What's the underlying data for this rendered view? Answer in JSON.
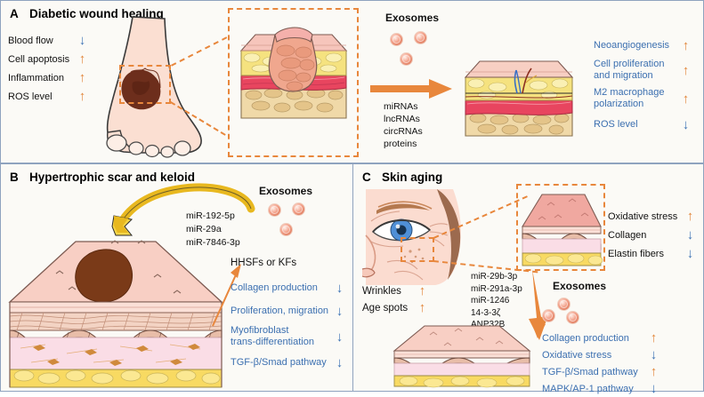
{
  "figure": {
    "background": "#fbfaf6",
    "accent_up_color": "#e2873c",
    "accent_down_color": "#3f74b5",
    "label_color": "#3b6fb0",
    "callout_color": "#e8873c"
  },
  "panel_a": {
    "letter": "A",
    "title": "Diabetic wound healing",
    "indicators": [
      {
        "label": "Blood flow",
        "arrow": "down"
      },
      {
        "label": "Cell apoptosis",
        "arrow": "up"
      },
      {
        "label": "Inflammation",
        "arrow": "up"
      },
      {
        "label": "ROS level",
        "arrow": "up"
      }
    ],
    "exosomes_label": "Exosomes",
    "cargo": [
      "miRNAs",
      "lncRNAs",
      "circRNAs",
      "proteins"
    ],
    "outcomes": [
      {
        "label": "Neoangiogenesis",
        "arrow": "up"
      },
      {
        "label": "Cell proliferation\nand migration",
        "arrow": "up"
      },
      {
        "label": "M2 macrophage\npolarization",
        "arrow": "up"
      },
      {
        "label": "ROS level",
        "arrow": "down"
      }
    ]
  },
  "panel_b": {
    "letter": "B",
    "title": "Hypertrophic scar and keloid",
    "exosomes_label": "Exosomes",
    "mirnas": [
      "miR-192-5p",
      "miR-29a",
      "miR-7846-3p"
    ],
    "cell_label": "HHSFs or KFs",
    "outcomes": [
      {
        "label": "Collagen production",
        "arrow": "down"
      },
      {
        "label": "Proliferation, migration",
        "arrow": "down"
      },
      {
        "label": "Myofibroblast\ntrans-differentiation",
        "arrow": "down"
      },
      {
        "label": "TGF-β/Smad pathway",
        "arrow": "down"
      }
    ]
  },
  "panel_c": {
    "letter": "C",
    "title": "Skin aging",
    "face_indicators": [
      {
        "label": "Wrinkles",
        "arrow": "up"
      },
      {
        "label": "Age spots",
        "arrow": "up"
      }
    ],
    "aged_skin_effects": [
      {
        "label": "Oxidative stress",
        "arrow": "up"
      },
      {
        "label": "Collagen",
        "arrow": "down"
      },
      {
        "label": "Elastin fibers",
        "arrow": "down"
      }
    ],
    "cargo": [
      "miR-29b-3p",
      "miR-291a-3p",
      "miR-1246",
      "14-3-3ζ",
      "ANP32B"
    ],
    "exosomes_label": "Exosomes",
    "outcomes": [
      {
        "label": "Collagen production",
        "arrow": "up"
      },
      {
        "label": "Oxidative stress",
        "arrow": "down"
      },
      {
        "label": "TGF-β/Smad pathway",
        "arrow": "up"
      },
      {
        "label": "MAPK/AP-1 pathway",
        "arrow": "down"
      }
    ]
  }
}
